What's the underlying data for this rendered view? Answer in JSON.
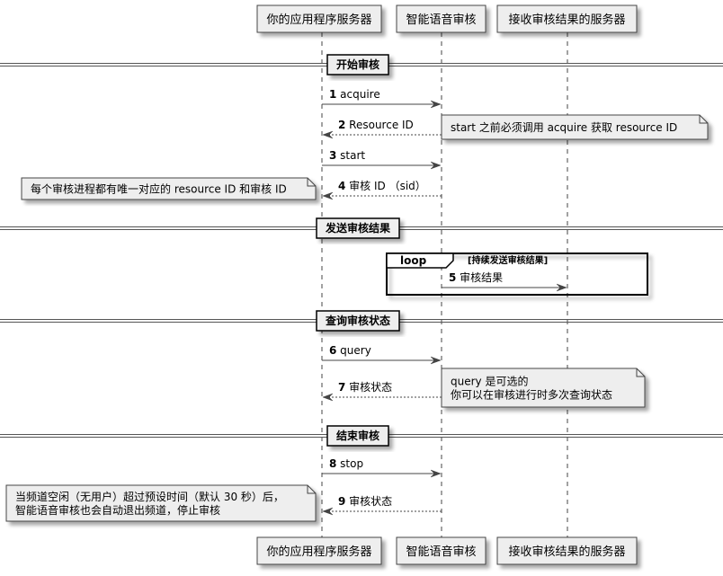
{
  "participants": [
    {
      "name": "你的应用程序服务器"
    },
    {
      "name": "智能语音审核"
    },
    {
      "name": "接收审核结果的服务器"
    }
  ],
  "dividers": [
    {
      "label": "开始审核"
    },
    {
      "label": "发送审核结果"
    },
    {
      "label": "查询审核状态"
    },
    {
      "label": "结束审核"
    }
  ],
  "messages": [
    {
      "num": "1",
      "text": "acquire",
      "from": 0,
      "to": 1,
      "dashed": false
    },
    {
      "num": "2",
      "text": "Resource ID",
      "from": 1,
      "to": 0,
      "dashed": true
    },
    {
      "num": "3",
      "text": "start",
      "from": 0,
      "to": 1,
      "dashed": false
    },
    {
      "num": "4",
      "text": "审核 ID （sid）",
      "from": 1,
      "to": 0,
      "dashed": true
    },
    {
      "num": "5",
      "text": "审核结果",
      "from": 1,
      "to": 2,
      "dashed": false
    },
    {
      "num": "6",
      "text": "query",
      "from": 0,
      "to": 1,
      "dashed": false
    },
    {
      "num": "7",
      "text": "审核状态",
      "from": 1,
      "to": 0,
      "dashed": true
    },
    {
      "num": "8",
      "text": "stop",
      "from": 0,
      "to": 1,
      "dashed": false
    },
    {
      "num": "9",
      "text": "审核状态",
      "from": 1,
      "to": 0,
      "dashed": true
    }
  ],
  "notes": [
    {
      "lines": [
        "start 之前必须调用 acquire 获取 resource ID"
      ]
    },
    {
      "lines": [
        "每个审核进程都有唯一对应的 resource ID 和审核 ID"
      ]
    },
    {
      "lines": [
        "query 是可选的",
        " 你可以在审核进行时多次查询状态"
      ]
    },
    {
      "lines": [
        "当频道空闲（无用户）超过预设时间（默认 30 秒）后，",
        " 智能语音审核也会自动退出频道，停止审核"
      ]
    }
  ],
  "loop": {
    "keyword": "loop",
    "condition": "[持续发送审核结果]"
  },
  "colors": {
    "box_fill": "#eeeeee",
    "line": "#444444",
    "divider": "#555555"
  }
}
